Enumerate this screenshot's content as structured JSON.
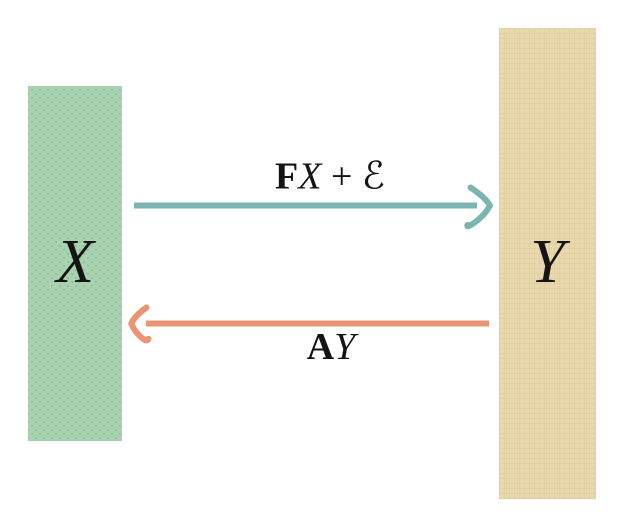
{
  "figure": {
    "background": "#ffffff",
    "text_color": "#141414",
    "nodes": {
      "x": {
        "label": "X",
        "fill": "#a9d3b0"
      },
      "y": {
        "label": "Y",
        "fill": "#ead8ad"
      }
    },
    "arrows": {
      "forward": {
        "direction": "left-to-right",
        "color": "#7ab6af",
        "label": {
          "bold": "F",
          "italic": "X",
          "operator": " + ",
          "script": "ℰ"
        }
      },
      "backward": {
        "direction": "right-to-left",
        "color": "#ea9471",
        "label": {
          "bold": "A",
          "italic": "Y"
        }
      }
    }
  }
}
